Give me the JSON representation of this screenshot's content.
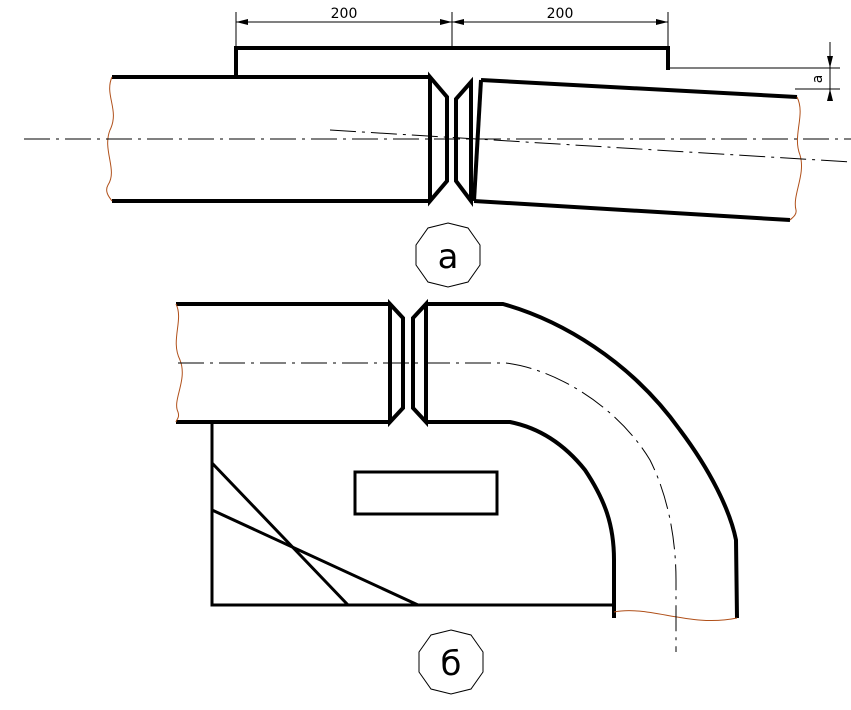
{
  "dimensions": {
    "left_length": "200",
    "right_length": "200",
    "offset_symbol": "a"
  },
  "figures": {
    "top_label": "а",
    "bottom_label": "б"
  }
}
